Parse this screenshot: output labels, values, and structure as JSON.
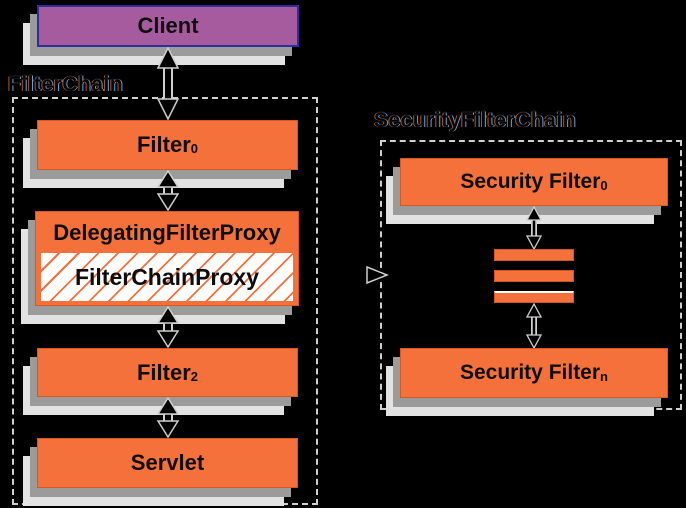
{
  "diagram": {
    "client": {
      "label": "Client"
    },
    "filter_chain": {
      "label": "FilterChain",
      "filter0_text": "Filter",
      "filter0_sub": "0",
      "delegating_filter_proxy_label": "DelegatingFilterProxy",
      "filter_chain_proxy_label": "FilterChainProxy",
      "filter2_text": "Filter",
      "filter2_sub": "2",
      "servlet_label": "Servlet"
    },
    "security_filter_chain": {
      "label": "SecurityFilterChain",
      "top_filter_text": "Security Filter",
      "top_filter_sub": "0",
      "bottom_filter_text": "Security Filter",
      "bottom_filter_sub": "n",
      "ellipsis_bar_count": 3
    },
    "colors": {
      "background": "#000000",
      "box_orange": "#f4713c",
      "box_orange_border": "#d8571f",
      "client_purple": "#a75b9f",
      "client_border_blue": "#2e2e9f",
      "shadow_near_gray": "#9b9b9b",
      "shadow_far_gray": "#e2e2e2",
      "dashed_border_gray": "#cfcfcf",
      "hatch_background": "#ffffff",
      "text_black": "#0d0d0d"
    }
  }
}
